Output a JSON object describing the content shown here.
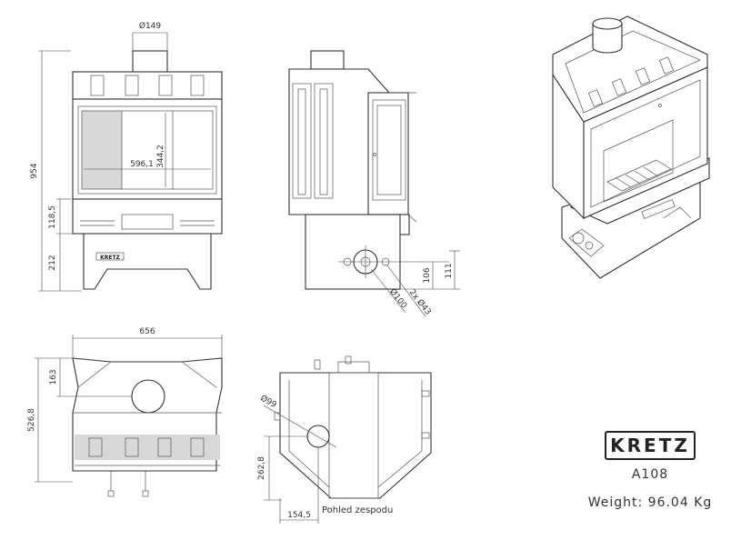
{
  "brand": {
    "name": "KRETZ"
  },
  "model": "A108",
  "weight": "Weight: 96.04 Kg",
  "bottom_view_caption": "Pohled zespodu",
  "front_view": {
    "chimney_diameter": "Ø149",
    "total_height": "954",
    "glass_height": "344,2",
    "glass_width": "596,1",
    "grille_height": "118,5",
    "base_height": "212"
  },
  "side_view": {
    "outlet_diameter": "Ø100",
    "holes": "2x Ø43",
    "outlet_height": "106",
    "holes_height": "111"
  },
  "top_view": {
    "width": "656",
    "offset": "163",
    "depth": "526,8"
  },
  "bottom_view": {
    "outlet_diameter": "Ø99",
    "outlet_y": "262,8",
    "outlet_x": "154,5"
  },
  "colors": {
    "line": "#333333",
    "glass_fill": "#d8d8d8",
    "background": "#ffffff"
  }
}
